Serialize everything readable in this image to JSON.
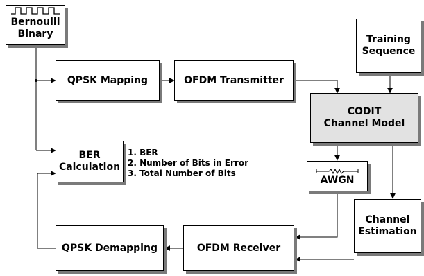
{
  "diagram": {
    "blocks": {
      "bernoulli": {
        "line1": "Bernoulli",
        "line2": "Binary"
      },
      "qpsk_mapping": {
        "label": "QPSK Mapping"
      },
      "ofdm_transmitter": {
        "label": "OFDM Transmitter"
      },
      "training_sequence": {
        "line1": "Training",
        "line2": "Sequence"
      },
      "codit": {
        "line1": "CODIT",
        "line2": "Channel Model"
      },
      "ber": {
        "line1": "BER",
        "line2": "Calculation"
      },
      "awgn": {
        "label": "AWGN"
      },
      "channel_estimation": {
        "line1": "Channel",
        "line2": "Estimation"
      },
      "qpsk_demapping": {
        "label": "QPSK Demapping"
      },
      "ofdm_receiver": {
        "label": "OFDM Receiver"
      }
    },
    "ber_outputs": [
      "1. BER",
      "2. Number of Bits in Error",
      "3. Total Number of Bits"
    ],
    "colors": {
      "highlight_block": "#e2e2e2",
      "shadow": "#7a7a7a",
      "line": "#000000"
    }
  }
}
